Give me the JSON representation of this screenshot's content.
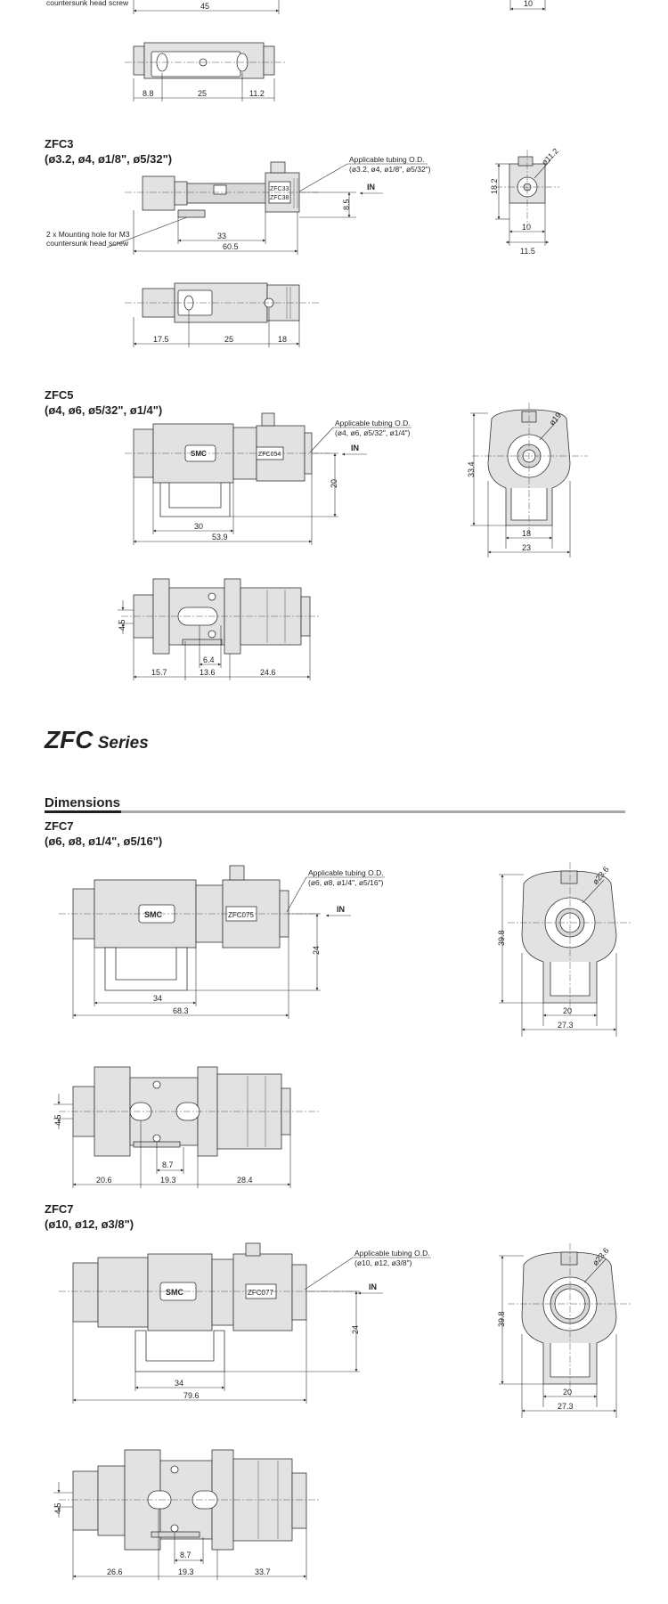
{
  "series": {
    "prefix": "ZFC",
    "suffix": " Series"
  },
  "dimensions_heading": "Dimensions",
  "tubing_label": "Applicable tubing O.D.",
  "in_label": "IN",
  "top_fragment": {
    "mount_note": "countersunk head screw",
    "dim_45": "45",
    "dim_10": "10",
    "dim_8_8": "8.8",
    "dim_25": "25",
    "dim_11_2": "11.2"
  },
  "zfc3": {
    "title": "ZFC3",
    "sizes": "(ø3.2, ø4, ø1/8\", ø5/32\")",
    "tubing": "(ø3.2, ø4, ø1/8\", ø5/32\")",
    "mount_note_1": "2 x Mounting hole for M3",
    "mount_note_2": "countersunk head screw",
    "label_a": "ZFC33",
    "label_b": "ZFC38",
    "d_8_5": "8.5",
    "d_33": "33",
    "d_60_5": "60.5",
    "d_17_5": "17.5",
    "d_25": "25",
    "d_18": "18",
    "d_18_2": "18.2",
    "d_11_2": "ø11.2",
    "d_10": "10",
    "d_11_5": "11.5"
  },
  "zfc5": {
    "title": "ZFC5",
    "sizes": "(ø4, ø6, ø5/32\", ø1/4\")",
    "tubing": "(ø4, ø6, ø5/32\", ø1/4\")",
    "label": "ZFC054",
    "d_20": "20",
    "d_30": "30",
    "d_53_9": "53.9",
    "d_33_4": "33.4",
    "d_19": "ø19",
    "d_18": "18",
    "d_23": "23",
    "d_4_5": "4.5",
    "d_6_4": "6.4",
    "d_15_7": "15.7",
    "d_13_6": "13.6",
    "d_24_6": "24.6"
  },
  "zfc7a": {
    "title": "ZFC7",
    "sizes": "(ø6, ø8, ø1/4\", ø5/16\")",
    "tubing": "(ø6, ø8, ø1/4\", ø5/16\")",
    "label": "ZFC075",
    "d_24": "24",
    "d_34": "34",
    "d_68_3": "68.3",
    "d_39_8": "39.8",
    "d_23_6": "ø23.6",
    "d_20": "20",
    "d_27_3": "27.3",
    "d_4_5": "4.5",
    "d_8_7": "8.7",
    "d_20_6": "20.6",
    "d_19_3": "19.3",
    "d_28_4": "28.4"
  },
  "zfc7b": {
    "title": "ZFC7",
    "sizes": "(ø10, ø12, ø3/8\")",
    "tubing": "(ø10, ø12, ø3/8\")",
    "label": "ZFC077",
    "d_24": "24",
    "d_34": "34",
    "d_79_6": "79.6",
    "d_39_8": "39.8",
    "d_23_6": "ø23.6",
    "d_20": "20",
    "d_27_3": "27.3",
    "d_4_5": "4.5",
    "d_8_7": "8.7",
    "d_26_6": "26.6",
    "d_19_3": "19.3",
    "d_33_7": "33.7"
  }
}
